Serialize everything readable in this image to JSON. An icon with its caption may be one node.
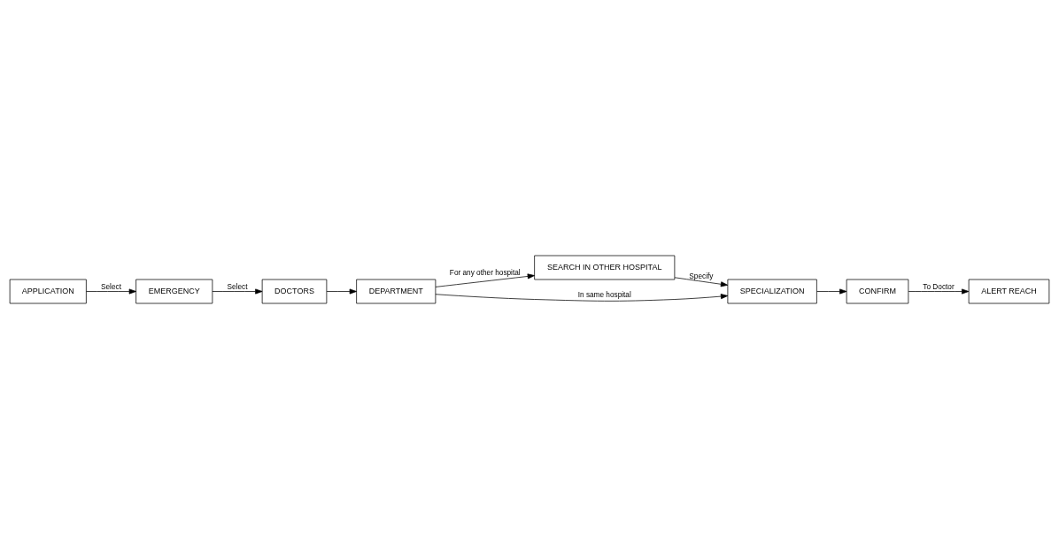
{
  "diagram": {
    "nodes": [
      {
        "text": [
          "APPLICATION"
        ]
      },
      {
        "text": [
          "EMERGENCY"
        ]
      },
      {
        "text": [
          "DOCTORS"
        ]
      },
      {
        "text": [
          "DEPARTMENT"
        ]
      },
      {
        "text": [
          "SEARCH IN OTHER HOSPITAL"
        ]
      },
      {
        "text": [
          "SPECIALIZATION"
        ]
      },
      {
        "text": [
          "CONFIRM"
        ]
      },
      {
        "text": [
          "ALERT REACH"
        ]
      }
    ],
    "edges": [
      {
        "from": 0,
        "to": 1,
        "arrow": "to",
        "label": "Select"
      },
      {
        "from": 1,
        "to": 2,
        "arrow": "to",
        "label": "Select"
      },
      {
        "from": 2,
        "to": 3,
        "arrow": "to"
      },
      {
        "from": 3,
        "to": 4,
        "arrow": "to",
        "label": "For any other hospital"
      },
      {
        "from": 3,
        "to": 5,
        "arrow": "to",
        "label": "In same hospital"
      },
      {
        "from": 4,
        "to": 5,
        "arrow": "to",
        "label": "Specify"
      },
      {
        "from": 5,
        "to": 6,
        "arrow": "to"
      },
      {
        "from": 6,
        "to": 7,
        "arrow": "to",
        "label": "To Doctor"
      }
    ]
  }
}
